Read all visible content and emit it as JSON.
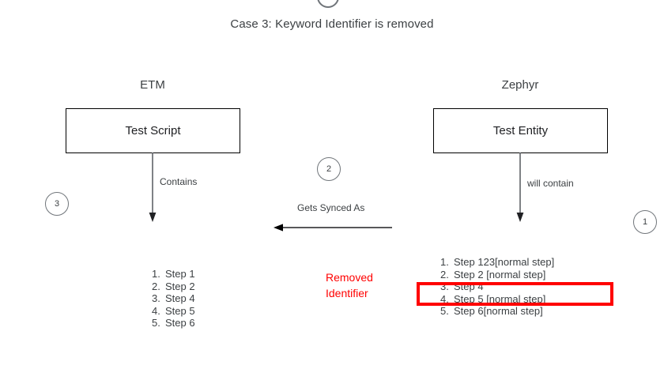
{
  "title": "Case 3: Keyword Identifier is removed",
  "left_column": {
    "heading": "ETM",
    "box_label": "Test Script",
    "edge_label": "Contains",
    "marker": "3",
    "steps": [
      {
        "num": "1.",
        "text": "Step 1"
      },
      {
        "num": "2.",
        "text": "Step 2"
      },
      {
        "num": "3.",
        "text": "Step 4"
      },
      {
        "num": "4.",
        "text": "Step 5"
      },
      {
        "num": "5.",
        "text": "Step 6"
      }
    ]
  },
  "right_column": {
    "heading": "Zephyr",
    "box_label": "Test Entity",
    "edge_label": "will contain",
    "marker": "1",
    "steps": [
      {
        "num": "1.",
        "text": "Step 123[normal step]"
      },
      {
        "num": "2.",
        "text": "Step 2 [normal step]"
      },
      {
        "num": "3.",
        "text": "Step 4"
      },
      {
        "num": "4.",
        "text": "Step 5 [normal step]"
      },
      {
        "num": "5.",
        "text": "Step 6[normal step]"
      }
    ]
  },
  "center": {
    "sync_label": "Gets Synced As",
    "marker": "2"
  },
  "annotation": {
    "line1": "Removed",
    "line2": "Identifier",
    "color": "#ff0000"
  },
  "colors": {
    "text": "#3c4043",
    "box_border": "#000000",
    "marker_border": "#70757a",
    "annotation_red": "#ff0000",
    "background": "#ffffff"
  }
}
